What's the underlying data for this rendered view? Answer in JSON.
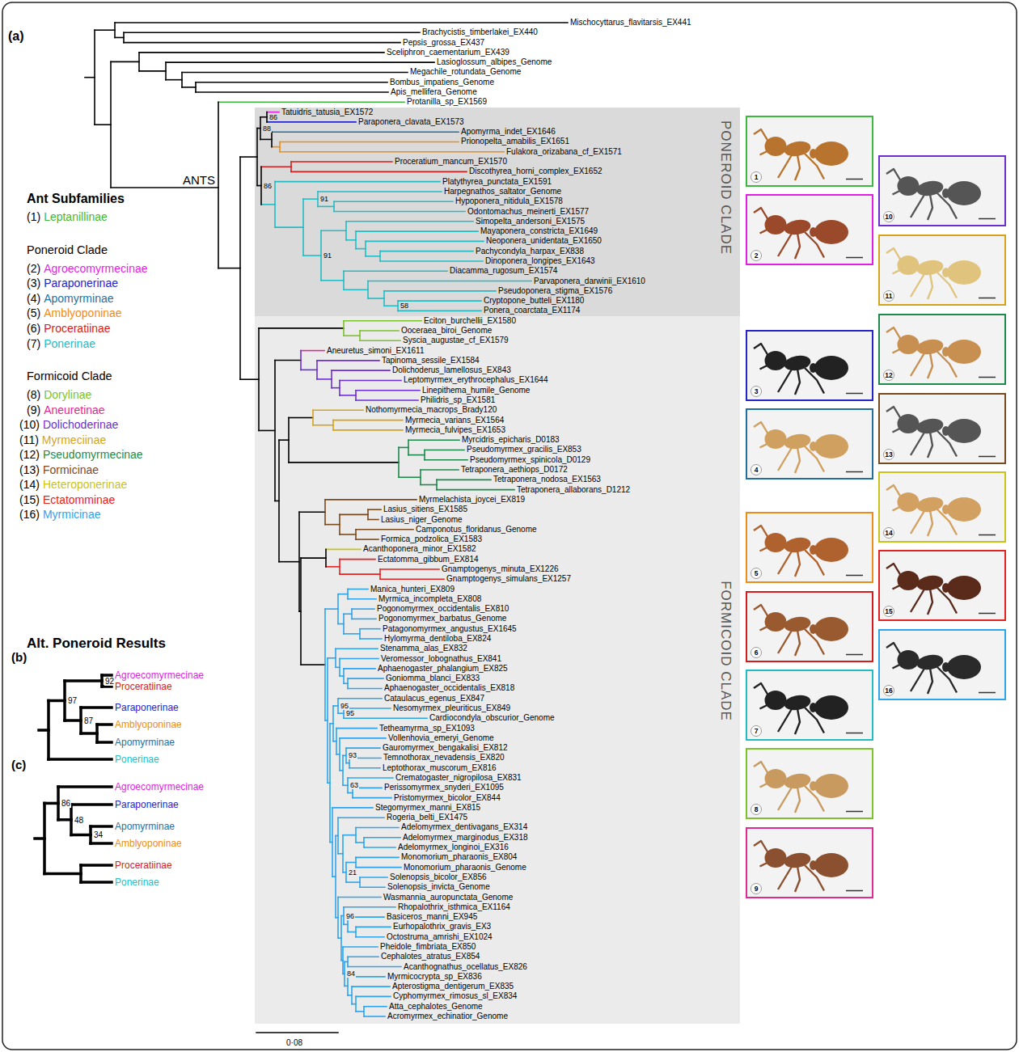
{
  "diagram": {
    "nodes": [
      {
        "text": [
          "PONEROID CLADE"
        ]
      },
      {
        "text": [
          "FORMICOID CLADE"
        ]
      },
      {
        "text": [
          "1"
        ]
      },
      {
        "text": [
          "2"
        ]
      },
      {
        "text": [
          "3"
        ]
      },
      {
        "text": [
          "4"
        ]
      },
      {
        "text": [
          "5"
        ]
      },
      {
        "text": [
          "6"
        ]
      },
      {
        "text": [
          "7"
        ]
      },
      {
        "text": [
          "8"
        ]
      },
      {
        "text": [
          "9"
        ]
      },
      {
        "text": [
          "10"
        ]
      },
      {
        "text": [
          "11"
        ]
      },
      {
        "text": [
          "12"
        ]
      },
      {
        "text": [
          "13"
        ]
      },
      {
        "text": [
          "14"
        ]
      },
      {
        "text": [
          "15"
        ]
      },
      {
        "text": [
          "16"
        ]
      }
    ],
    "labels": [
      "(a)",
      "Mischocyttarus_flavitarsis_EX441",
      "Brachycistis_timberlakei_EX440",
      "Pepsis_grossa_EX437",
      "Sceliphron_caementarium_EX439",
      "Lasioglossum_albipes_Genome",
      "Megachile_rotundata_Genome",
      "Bombus_impatiens_Genome",
      "Apis_mellifera_Genome",
      "ANTS",
      "Protanilla_sp_EX1569",
      "Tatuidris_tatusia_EX1572",
      "Paraponera_clavata_EX1573",
      "Apomyrma_indet_EX1646",
      "Prionopelta_amabilis_EX1651",
      "Fulakora_orizabana_cf_EX1571",
      "Proceratium_mancum_EX1570",
      "Discothyrea_horni_complex_EX1652",
      "Platythyrea_punctata_EX1591",
      "Harpegnathos_saltator_Genome",
      "Hypoponera_nitidula_EX1578",
      "Odontomachus_meinerti_EX1577",
      "Simopelta_andersoni_EX1575",
      "Mayaponera_constricta_EX1649",
      "Neoponera_unidentata_EX1650",
      "Pachycondyla_harpax_EX838",
      "Dinoponera_longipes_EX1643",
      "Diacamma_rugosum_EX1574",
      "Parvaponera_darwinii_EX1610",
      "Pseudoponera_stigma_EX1576",
      "Cryptopone_butteli_EX1180",
      "Ponera_coarctata_EX1174",
      "Eciton_burchellii_EX1580",
      "Ooceraea_biroi_Genome",
      "Syscia_augustae_cf_EX1579",
      "Aneuretus_simoni_EX1611",
      "Tapinoma_sessile_EX1584",
      "Dolichoderus_lamellosus_EX843",
      "Leptomyrmex_erythrocephalus_EX1644",
      "Linepithema_humile_Genome",
      "Philidris_sp_EX1581",
      "Nothomyrmecia_macrops_Brady120",
      "Myrmecia_varians_EX1564",
      "Myrmecia_fulvipes_EX1653",
      "Myrcidris_epicharis_D0183",
      "Pseudomyrmex_gracilis_EX853",
      "Pseudomyrmex_spinicola_D0129",
      "Tetraponera_aethiops_D0172",
      "Tetraponera_nodosa_EX1563",
      "Tetraponera_allaborans_D1212",
      "Myrmelachista_joycei_EX819",
      "Lasius_sitiens_EX1585",
      "Lasius_niger_Genome",
      "Camponotus_floridanus_Genome",
      "Formica_podzolica_EX1583",
      "Acanthoponera_minor_EX1582",
      "Ectatomma_gibbum_EX814",
      "Gnamptogenys_minuta_EX1226",
      "Gnamptogenys_simulans_EX1257",
      "Manica_hunteri_EX809",
      "Myrmica_incompleta_EX808",
      "Pogonomyrmex_occidentalis_EX810",
      "Pogonomyrmex_barbatus_Genome",
      "Patagonomyrmex_angustus_EX1645",
      "Hylomyrma_dentiloba_EX824",
      "Stenamma_alas_EX832",
      "Veromessor_lobognathus_EX841",
      "Aphaenogaster_phalangium_EX825",
      "Goniomma_blanci_EX833",
      "Aphaenogaster_occidentalis_EX818",
      "Cataulacus_egenus_EX847",
      "Nesomyrmex_pleuriticus_EX849",
      "Cardiocondyla_obscurior_Genome",
      "Tetheamyrma_sp_EX1093",
      "Vollenhovia_emeryi_Genome",
      "Gauromyrmex_bengakalisi_EX812",
      "Temnothorax_nevadensis_EX820",
      "Leptothorax_muscorum_EX816",
      "Crematogaster_nigropilosa_EX831",
      "Perissomyrmex_snyderi_EX1095",
      "Pristomyrmex_bicolor_EX844",
      "Stegomyrmex_manni_EX815",
      "Rogeria_belti_EX1475",
      "Adelomyrmex_dentivagans_EX314",
      "Adelomyrmex_marginodus_EX318",
      "Adelomyrmex_longinoi_EX316",
      "Monomorium_pharaonis_EX804",
      "Monomorium_pharaonis_Genome",
      "Solenopsis_bicolor_EX856",
      "Solenopsis_invicta_Genome",
      "Wasmannia_auropunctata_Genome",
      "Rhopalothrix_isthmica_EX1164",
      "Basiceros_manni_EX945",
      "Eurhopalothrix_gravis_EX3",
      "Octostruma_amrishi_EX1024",
      "Pheidole_fimbriata_EX850",
      "Cephalotes_atratus_EX854",
      "Acanthognathus_ocellatus_EX826",
      "Myrmicocrypta_sp_EX836",
      "Apterostigma_dentigerum_EX835",
      "Cyphomyrmex_rimosus_sl_EX834",
      "Atta_cephalotes_Genome",
      "Acromyrmex_echinatior_Genome",
      "86",
      "88",
      "86",
      "91",
      "91",
      "58",
      "95",
      "95",
      "93",
      "63",
      "21",
      "96",
      "84",
      "Ant Subfamilies",
      "(1)",
      "Poneroid Clade",
      "(2)",
      "(3)",
      "(4)",
      "(5)",
      "(6)",
      "(7)",
      "Formicoid Clade",
      "(8)",
      "(9)",
      "(10)",
      "(11)",
      "(12)",
      "(13)",
      "(14)",
      "(15)",
      "(16)",
      "Alt. Poneroid Results",
      "(b)",
      "Agroecomyrmecinae",
      "92",
      "Proceratiinae",
      "97",
      "Paraponerinae",
      "87",
      "Amblyoponinae",
      "Apomyrminae",
      "Ponerinae",
      "(c)",
      "Agroecomyrmecinae",
      "86",
      "Paraponerinae",
      "48",
      "Apomyrminae",
      "34",
      "Amblyoponinae",
      "Proceratiinae",
      "Ponerinae",
      "0·08"
    ],
    "legend": [
      {
        "text": "Leptanillinae",
        "color": "#3cb83c"
      },
      {
        "text": "Agroecomyrmecinae",
        "color": "#e31ee3"
      },
      {
        "text": "Paraponerinae",
        "color": "#2424c8"
      },
      {
        "text": "Apomyrminae",
        "color": "#1f6f9f"
      },
      {
        "text": "Amblyoponinae",
        "color": "#ee8c1a"
      },
      {
        "text": "Proceratiinae",
        "color": "#d41c1c"
      },
      {
        "text": "Ponerinae",
        "color": "#22bcc4"
      },
      {
        "text": "Dorylinae",
        "color": "#7cc22a"
      },
      {
        "text": "Aneuretinae",
        "color": "#df2a8f"
      },
      {
        "text": "Dolichoderinae",
        "color": "#6b2fd0"
      },
      {
        "text": "Myrmeciinae",
        "color": "#d6a41a"
      },
      {
        "text": "Pseudomyrmecinae",
        "color": "#1d8a4c"
      },
      {
        "text": "Formicinae",
        "color": "#7a4a1f"
      },
      {
        "text": "Heteroponerinae",
        "color": "#c9c31a"
      },
      {
        "text": "Ectatomminae",
        "color": "#e52222"
      },
      {
        "text": "Myrmicinae",
        "color": "#2ea4ec"
      }
    ]
  }
}
